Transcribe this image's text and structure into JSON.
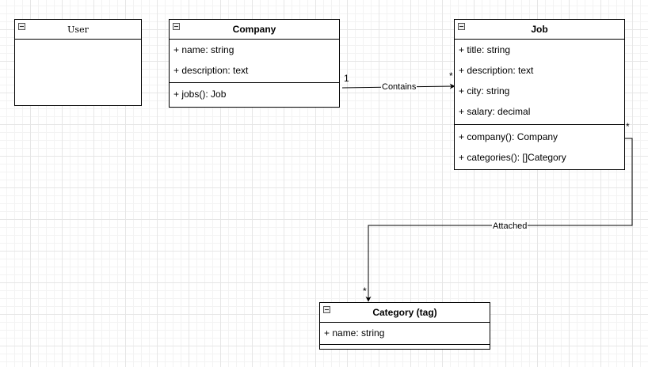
{
  "classes": {
    "user": {
      "name": "User",
      "attributes": [],
      "methods": []
    },
    "company": {
      "name": "Company",
      "attributes": [
        "+ name: string",
        "+ description: text"
      ],
      "methods": [
        "+ jobs(): Job"
      ]
    },
    "job": {
      "name": "Job",
      "attributes": [
        "+ title: string",
        "+ description: text",
        "+ city: string",
        "+ salary: decimal"
      ],
      "methods": [
        "+ company(): Company",
        "+ categories(): []Category"
      ]
    },
    "category": {
      "name": "Category (tag)",
      "attributes": [
        "+ name: string"
      ],
      "methods": []
    }
  },
  "relations": {
    "contains": {
      "label": "Contains",
      "source_multiplicity": "1",
      "target_multiplicity": "*"
    },
    "attached": {
      "label": "Attached",
      "source_multiplicity": "*",
      "target_multiplicity": "*"
    }
  },
  "colors": {
    "stroke": "#000000",
    "grid": "#e6e6e6"
  },
  "icons": {
    "collapse": "collapse-icon"
  }
}
